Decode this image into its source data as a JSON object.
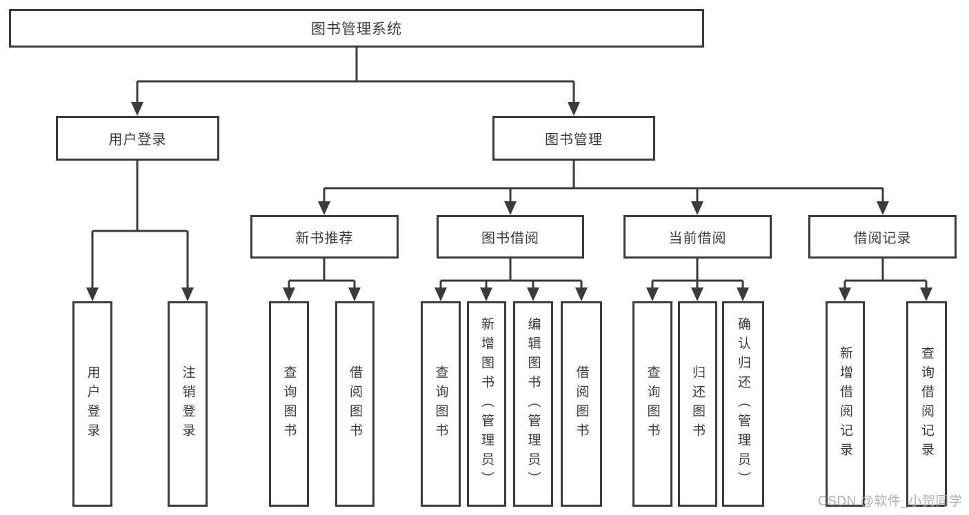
{
  "colors": {
    "background": "#ffffff",
    "line": "#3b3b3b",
    "box_border": "#3b3b3b",
    "box_fill": "#ffffff",
    "text": "#3a3a3a",
    "watermark": "#ababab"
  },
  "diagram": {
    "root": {
      "label": "图书管理系统"
    },
    "level1": [
      {
        "id": "user-login",
        "label": "用户登录"
      },
      {
        "id": "book-management",
        "label": "图书管理"
      }
    ],
    "level2": [
      {
        "id": "new-book-recommend",
        "label": "新书推荐"
      },
      {
        "id": "book-borrow",
        "label": "图书借阅"
      },
      {
        "id": "current-borrow",
        "label": "当前借阅"
      },
      {
        "id": "borrow-records",
        "label": "借阅记录"
      }
    ],
    "leaves": {
      "user_login": [
        "用户登录",
        "注销登录"
      ],
      "new_book_recommend": [
        "查询图书",
        "借阅图书"
      ],
      "book_borrow": [
        "查询图书",
        "新增图书（管理员）",
        "编辑图书（管理员）",
        "借阅图书"
      ],
      "current_borrow": [
        "查询图书",
        "归还图书",
        "确认归还（管理员）"
      ],
      "borrow_records": [
        "新增借阅记录",
        "查询借阅记录"
      ]
    }
  },
  "watermark": {
    "text": "CSDN @软件_小贺同学"
  }
}
